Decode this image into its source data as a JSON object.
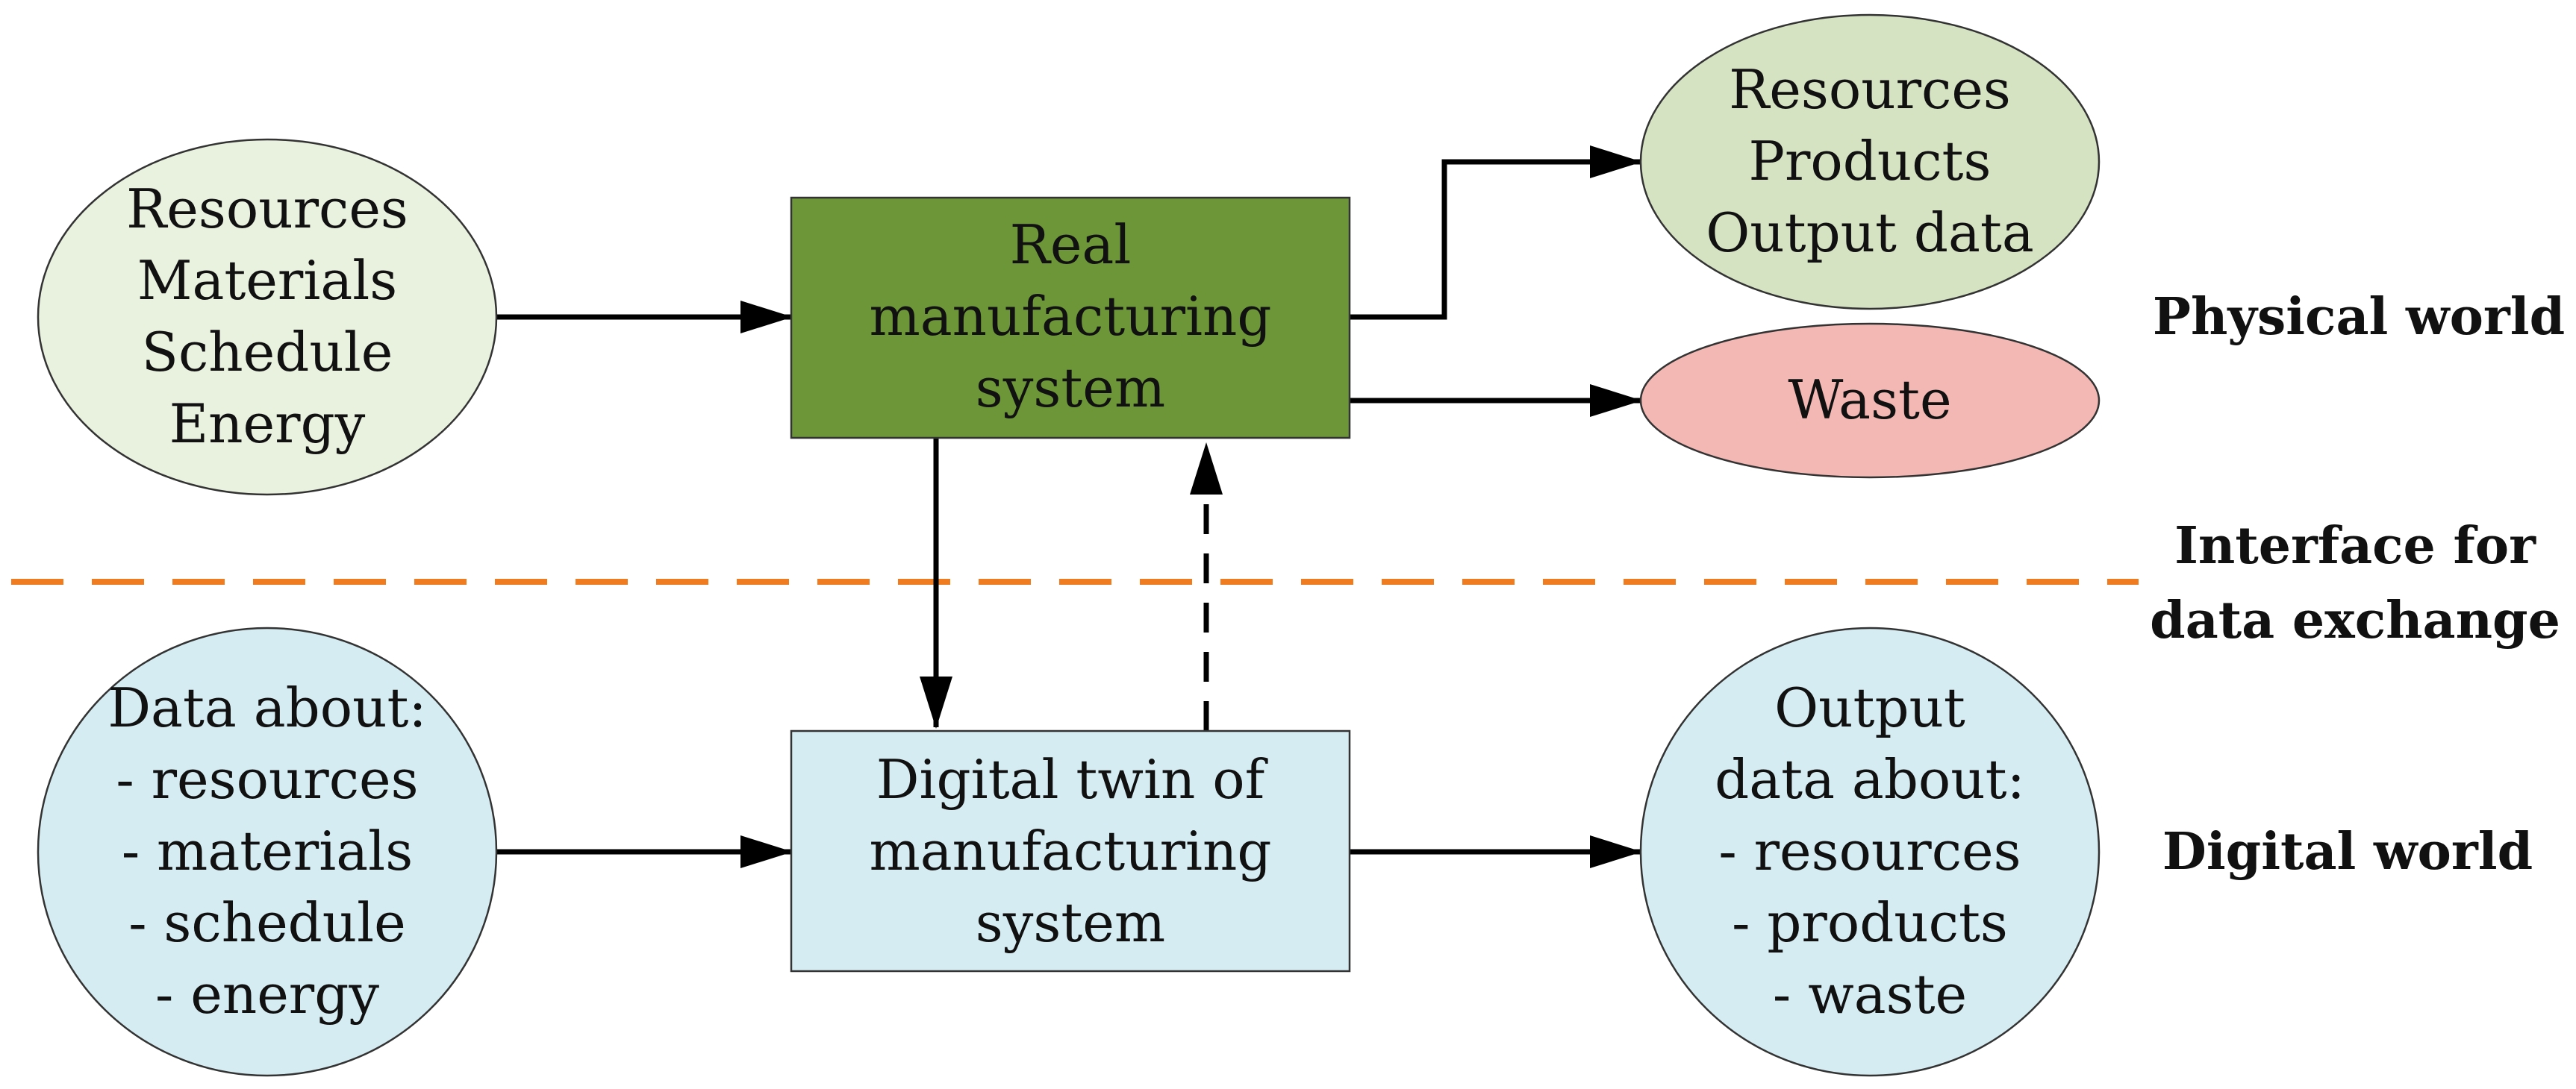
{
  "colors": {
    "input_physical_fill": "#E9F1DF",
    "real_system_fill": "#6C9637",
    "output_physical_fill": "#D5E3C2",
    "waste_fill": "#F4B8B4",
    "digital_fill": "#D5EDF2",
    "interface_line": "#F07C22"
  },
  "nodes": {
    "physical_inputs": {
      "lines": [
        "Resources",
        "Materials",
        "Schedule",
        "Energy"
      ]
    },
    "real_system": {
      "lines": [
        "Real",
        "manufacturing",
        "system"
      ]
    },
    "physical_outputs": {
      "lines": [
        "Resources",
        "Products",
        "Output data"
      ]
    },
    "waste": {
      "lines": [
        "Waste"
      ]
    },
    "digital_inputs": {
      "lines": [
        "Data about:",
        "- resources",
        "- materials",
        "- schedule",
        "- energy"
      ]
    },
    "digital_twin": {
      "lines": [
        "Digital twin of",
        "manufacturing",
        "system"
      ]
    },
    "digital_outputs": {
      "lines": [
        "Output",
        "data about:",
        "- resources",
        "- products",
        "- waste"
      ]
    }
  },
  "labels": {
    "physical_world": "Physical world",
    "interface_line1": "Interface for",
    "interface_line2": "data exchange",
    "digital_world": "Digital world"
  }
}
